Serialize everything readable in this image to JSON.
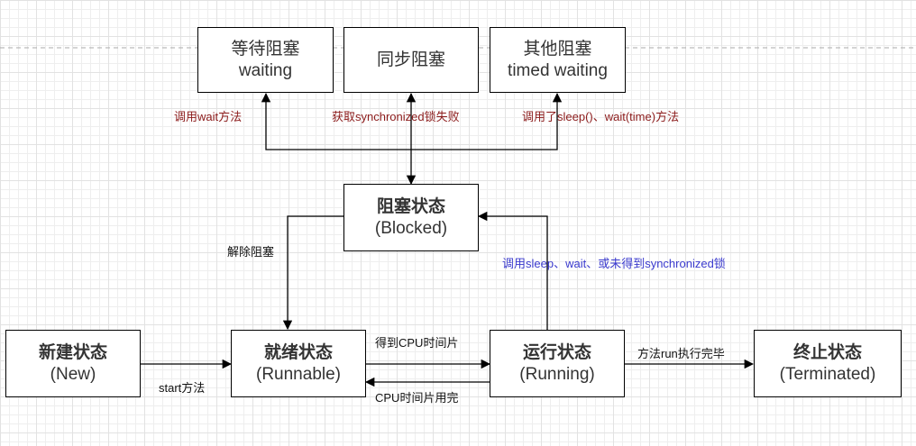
{
  "states": {
    "waiting": {
      "line1": "等待阻塞",
      "line2": "waiting"
    },
    "sync": {
      "line1": "同步阻塞"
    },
    "timed": {
      "line1": "其他阻塞",
      "line2": "timed waiting"
    },
    "blocked": {
      "line1": "阻塞状态",
      "line2": "(Blocked)"
    },
    "new": {
      "line1": "新建状态",
      "line2": "(New)"
    },
    "runnable": {
      "line1": "就绪状态",
      "line2": "(Runnable)"
    },
    "running": {
      "line1": "运行状态",
      "line2": "(Running)"
    },
    "terminated": {
      "line1": "终止状态",
      "line2": "(Terminated)"
    }
  },
  "edges": {
    "call_wait": "调用wait方法",
    "sync_fail": "获取synchronized锁失败",
    "call_sleep": "调用了sleep()、wait(time)方法",
    "unblock": "解除阻塞",
    "running_to_blocked": "调用sleep、wait、或未得到synchronized锁",
    "start": "start方法",
    "get_cpu": "得到CPU时间片",
    "cpu_done": "CPU时间片用完",
    "run_done": "方法run执行完毕"
  },
  "colors": {
    "red_label": "#8b1a1a",
    "blue_label": "#3a3acd",
    "grid": "#eeeeee",
    "dash_line": "#aaaaaa"
  }
}
